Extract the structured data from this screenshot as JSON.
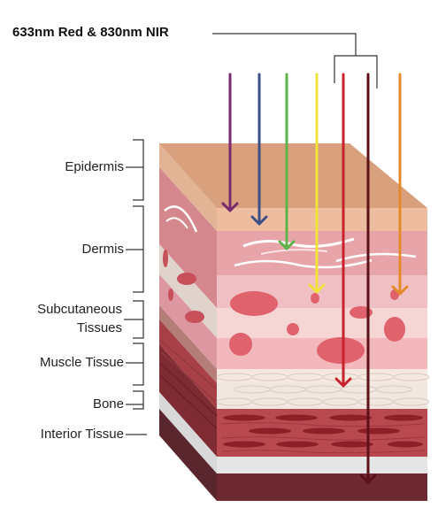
{
  "title": "633nm Red & 830nm NIR",
  "layers": [
    {
      "label": "Epidermis"
    },
    {
      "label": "Dermis"
    },
    {
      "label_line1": "Subcutaneous",
      "label_line2": "Tissues"
    },
    {
      "label": "Muscle Tissue"
    },
    {
      "label": "Bone"
    },
    {
      "label": "Interior Tissue"
    }
  ],
  "light_rays": [
    {
      "color": "#7a2a6e"
    },
    {
      "color": "#3e4f86"
    },
    {
      "color": "#5bb34a"
    },
    {
      "color": "#f1e23a"
    },
    {
      "color": "#c8232c"
    },
    {
      "color": "#5c1116"
    },
    {
      "color": "#e48a2a"
    }
  ]
}
